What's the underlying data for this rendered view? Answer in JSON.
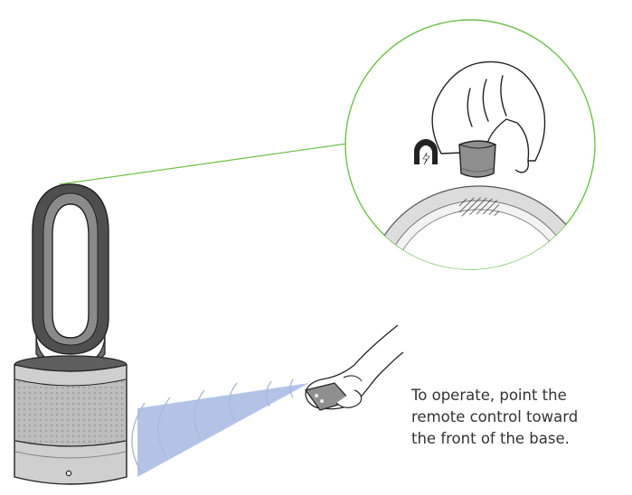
{
  "caption": {
    "lines": [
      "To operate, point the",
      "remote control toward",
      "the front of the base."
    ]
  },
  "colors": {
    "callout_line": "#6cc24a",
    "signal_beam": "#a7b8e0",
    "device_dark": "#6b6b6b",
    "device_light": "#cfcfcf",
    "outline": "#222222"
  },
  "icons": {
    "magnet": "magnet-icon",
    "remote": "remote-control-icon"
  }
}
